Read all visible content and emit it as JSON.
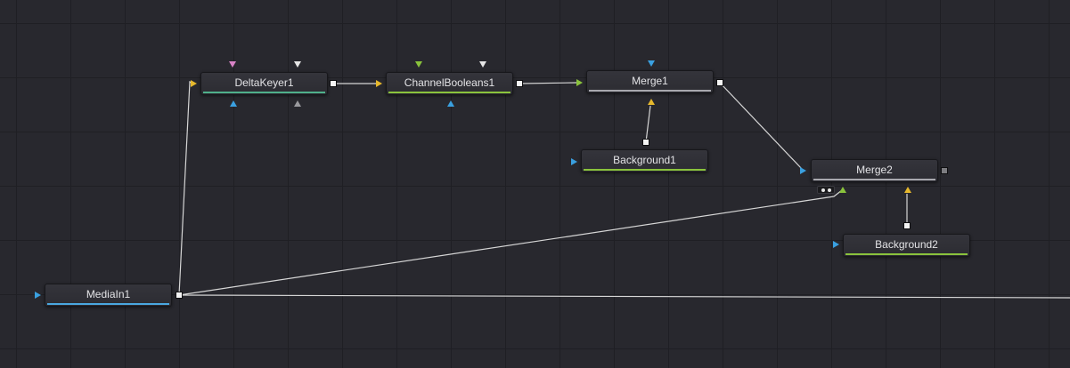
{
  "colors": {
    "link": "#d6d6d6",
    "blue": "#3aa0e0",
    "yellow": "#e6b82c",
    "green": "#8ac33c",
    "pink": "#d883c6",
    "white": "#e6e6e6",
    "grey": "#9a9a9e",
    "bar_teal": "#4fb08a",
    "bar_green": "#8ac33c",
    "bar_blue": "#4aa8e0",
    "bar_grey": "#a8a8ae"
  },
  "nodes": {
    "deltakeyer": {
      "label": "DeltaKeyer1"
    },
    "channelbooleans": {
      "label": "ChannelBooleans1"
    },
    "merge1": {
      "label": "Merge1"
    },
    "background1": {
      "label": "Background1"
    },
    "merge2": {
      "label": "Merge2"
    },
    "background2": {
      "label": "Background2"
    },
    "mediain": {
      "label": "MediaIn1"
    }
  }
}
